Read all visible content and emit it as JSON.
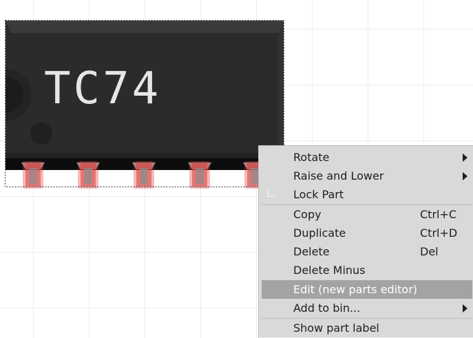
{
  "part": {
    "label": "TC74",
    "body_color": "#2b2b2b",
    "pin_highlight_color": "#e03a3a"
  },
  "context_menu": {
    "items": [
      {
        "label": "Rotate",
        "shortcut": "",
        "submenu": true
      },
      {
        "label": "Raise and Lower",
        "shortcut": "",
        "submenu": true
      },
      {
        "label": "Lock Part",
        "shortcut": "",
        "submenu": false,
        "checkable": true,
        "checked": false
      },
      {
        "label": "Copy",
        "shortcut": "Ctrl+C",
        "submenu": false
      },
      {
        "label": "Duplicate",
        "shortcut": "Ctrl+D",
        "submenu": false
      },
      {
        "label": "Delete",
        "shortcut": "Del",
        "submenu": false
      },
      {
        "label": "Delete Minus",
        "shortcut": "",
        "submenu": false
      },
      {
        "label": "Edit (new parts editor)",
        "shortcut": "",
        "submenu": false,
        "highlighted": true
      },
      {
        "label": "Add to bin...",
        "shortcut": "",
        "submenu": true
      },
      {
        "label": "Show part label",
        "shortcut": "",
        "submenu": false
      }
    ],
    "highlight_color": "#a3a3a3"
  }
}
